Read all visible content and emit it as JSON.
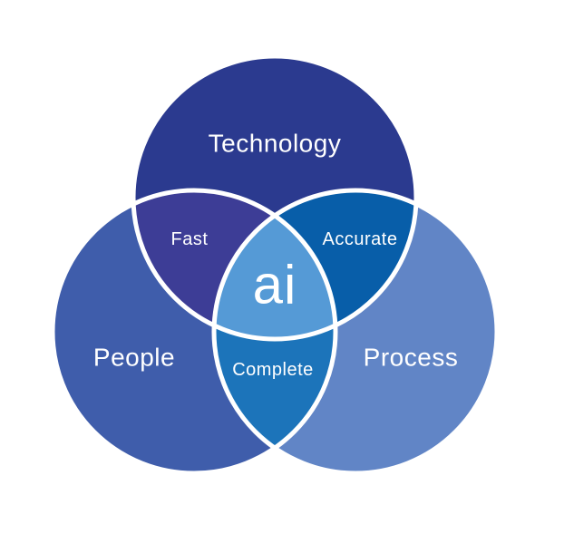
{
  "diagram": {
    "type": "venn",
    "description": "Three overlapping circles: Technology, People and Process; pairwise overlaps labelled Fast, Accurate, Complete; triple overlap labelled ai",
    "sets": [
      {
        "id": "technology",
        "label": "Technology",
        "color": "#2b3a8f"
      },
      {
        "id": "people",
        "label": "People",
        "color": "#3f5dab"
      },
      {
        "id": "process",
        "label": "Process",
        "color": "#6185c6"
      }
    ],
    "intersections": [
      {
        "between": "technology+people",
        "label": "Fast",
        "color": "#3d3d96"
      },
      {
        "between": "technology+process",
        "label": "Accurate",
        "color": "#085ea9"
      },
      {
        "between": "people+process",
        "label": "Complete",
        "color": "#1c74ba"
      },
      {
        "between": "technology+people+process",
        "label": "ai",
        "color": "#559ad6"
      }
    ],
    "outline_color": "#ffffff",
    "background_color": "#ffffff"
  }
}
